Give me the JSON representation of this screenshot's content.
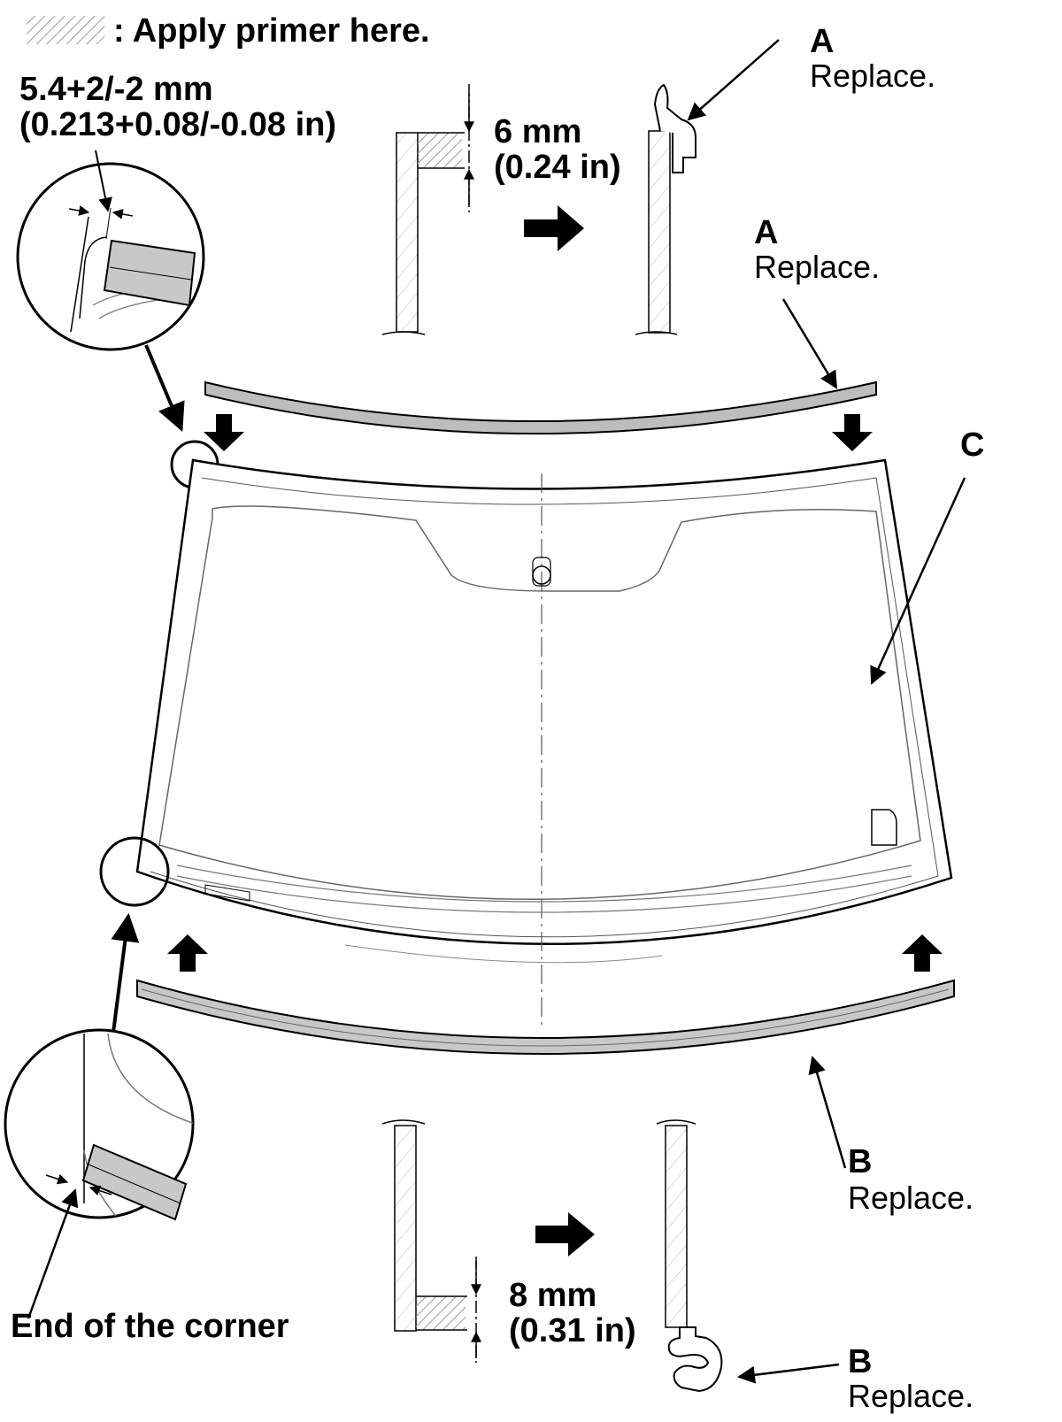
{
  "legend": {
    "text": ": Apply primer here."
  },
  "corner_tolerance": {
    "mm": "5.4+2/-2 mm",
    "in": "(0.213+0.08/-0.08 in)"
  },
  "top_dimension": {
    "mm": "6 mm",
    "in": "(0.24 in)"
  },
  "bottom_dimension": {
    "mm": "8 mm",
    "in": "(0.31 in)"
  },
  "callouts": {
    "a_top": {
      "letter": "A",
      "note": "Replace."
    },
    "a_upper_molding": {
      "letter": "A",
      "note": "Replace."
    },
    "c_windshield": {
      "letter": "C"
    },
    "b_lower_molding": {
      "letter": "B",
      "note": "Replace."
    },
    "b_bottom_clip": {
      "letter": "B",
      "note": "Replace."
    }
  },
  "end_of_corner": {
    "text": "End of the corner"
  },
  "colors": {
    "line": "#000000",
    "primer_fill": "#c8c8c8",
    "background": "#ffffff"
  }
}
